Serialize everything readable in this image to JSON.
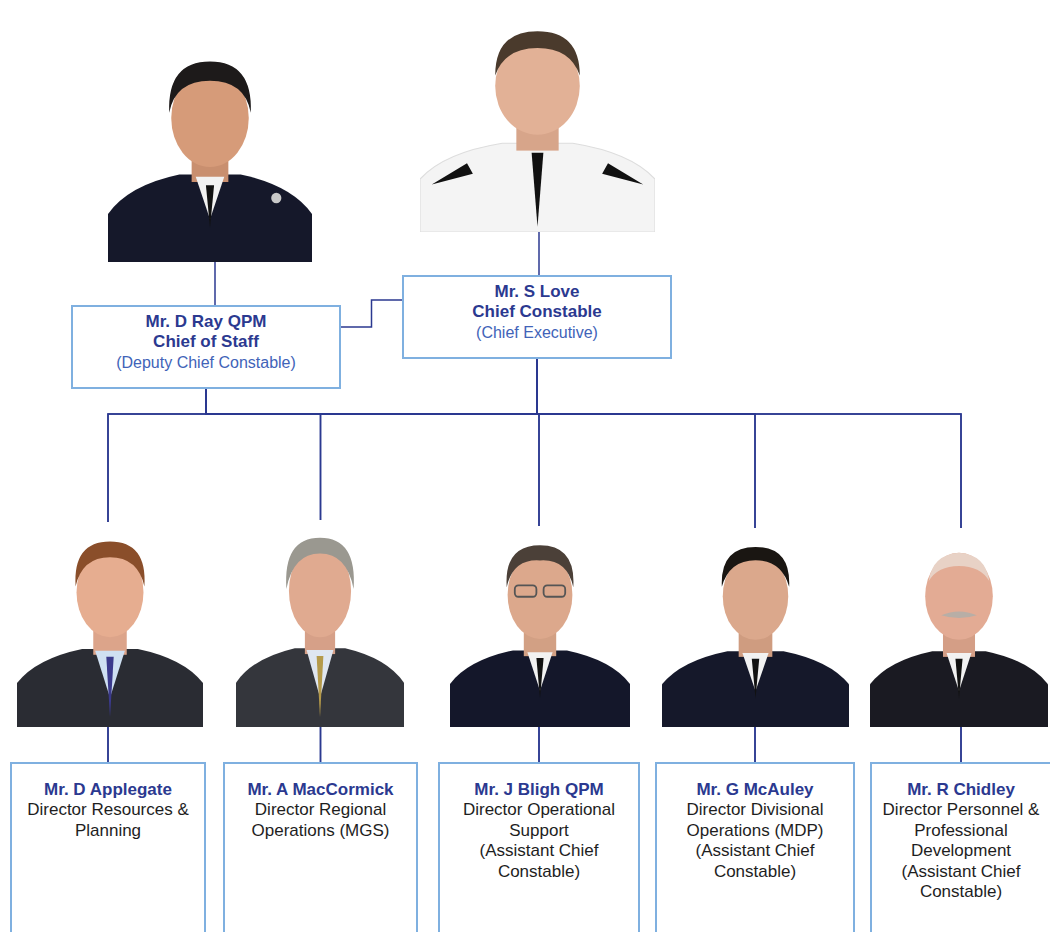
{
  "diagram": {
    "nodes": [
      {
        "text": [
          "Mr. D Ray QPM",
          "Chief of Staff",
          "(Deputy Chief Constable)"
        ]
      },
      {
        "text": [
          "Mr. S Love",
          "Chief Constable",
          "(Chief Executive)"
        ]
      },
      {
        "text": [
          "Mr. D Applegate",
          "Director Resources & Planning"
        ]
      },
      {
        "text": [
          "Mr. A MacCormick",
          "Director Regional Operations (MGS)"
        ]
      },
      {
        "text": [
          "Mr. J Bligh QPM",
          "Director Operational Support",
          "(Assistant Chief Constable)"
        ]
      },
      {
        "text": [
          "Mr. G McAuley",
          "Director Divisional Operations (MDP)",
          "(Assistant Chief Constable)"
        ]
      },
      {
        "text": [
          "Mr. R Chidley",
          "Director Personnel & Professional Development",
          "(Assistant Chief Constable)"
        ]
      }
    ],
    "edges": [
      {
        "from": 0,
        "to": 1,
        "arrow": "none"
      },
      {
        "from": 1,
        "to": 2,
        "arrow": "none"
      },
      {
        "from": 1,
        "to": 3,
        "arrow": "none"
      },
      {
        "from": 1,
        "to": 4,
        "arrow": "none"
      },
      {
        "from": 1,
        "to": 5,
        "arrow": "none"
      },
      {
        "from": 1,
        "to": 6,
        "arrow": "none"
      },
      {
        "from": 0,
        "to": 2,
        "arrow": "none"
      },
      {
        "from": 0,
        "to": 3,
        "arrow": "none"
      },
      {
        "from": 0,
        "to": 4,
        "arrow": "none"
      },
      {
        "from": 0,
        "to": 5,
        "arrow": "none"
      },
      {
        "from": 0,
        "to": 6,
        "arrow": "none"
      }
    ]
  }
}
